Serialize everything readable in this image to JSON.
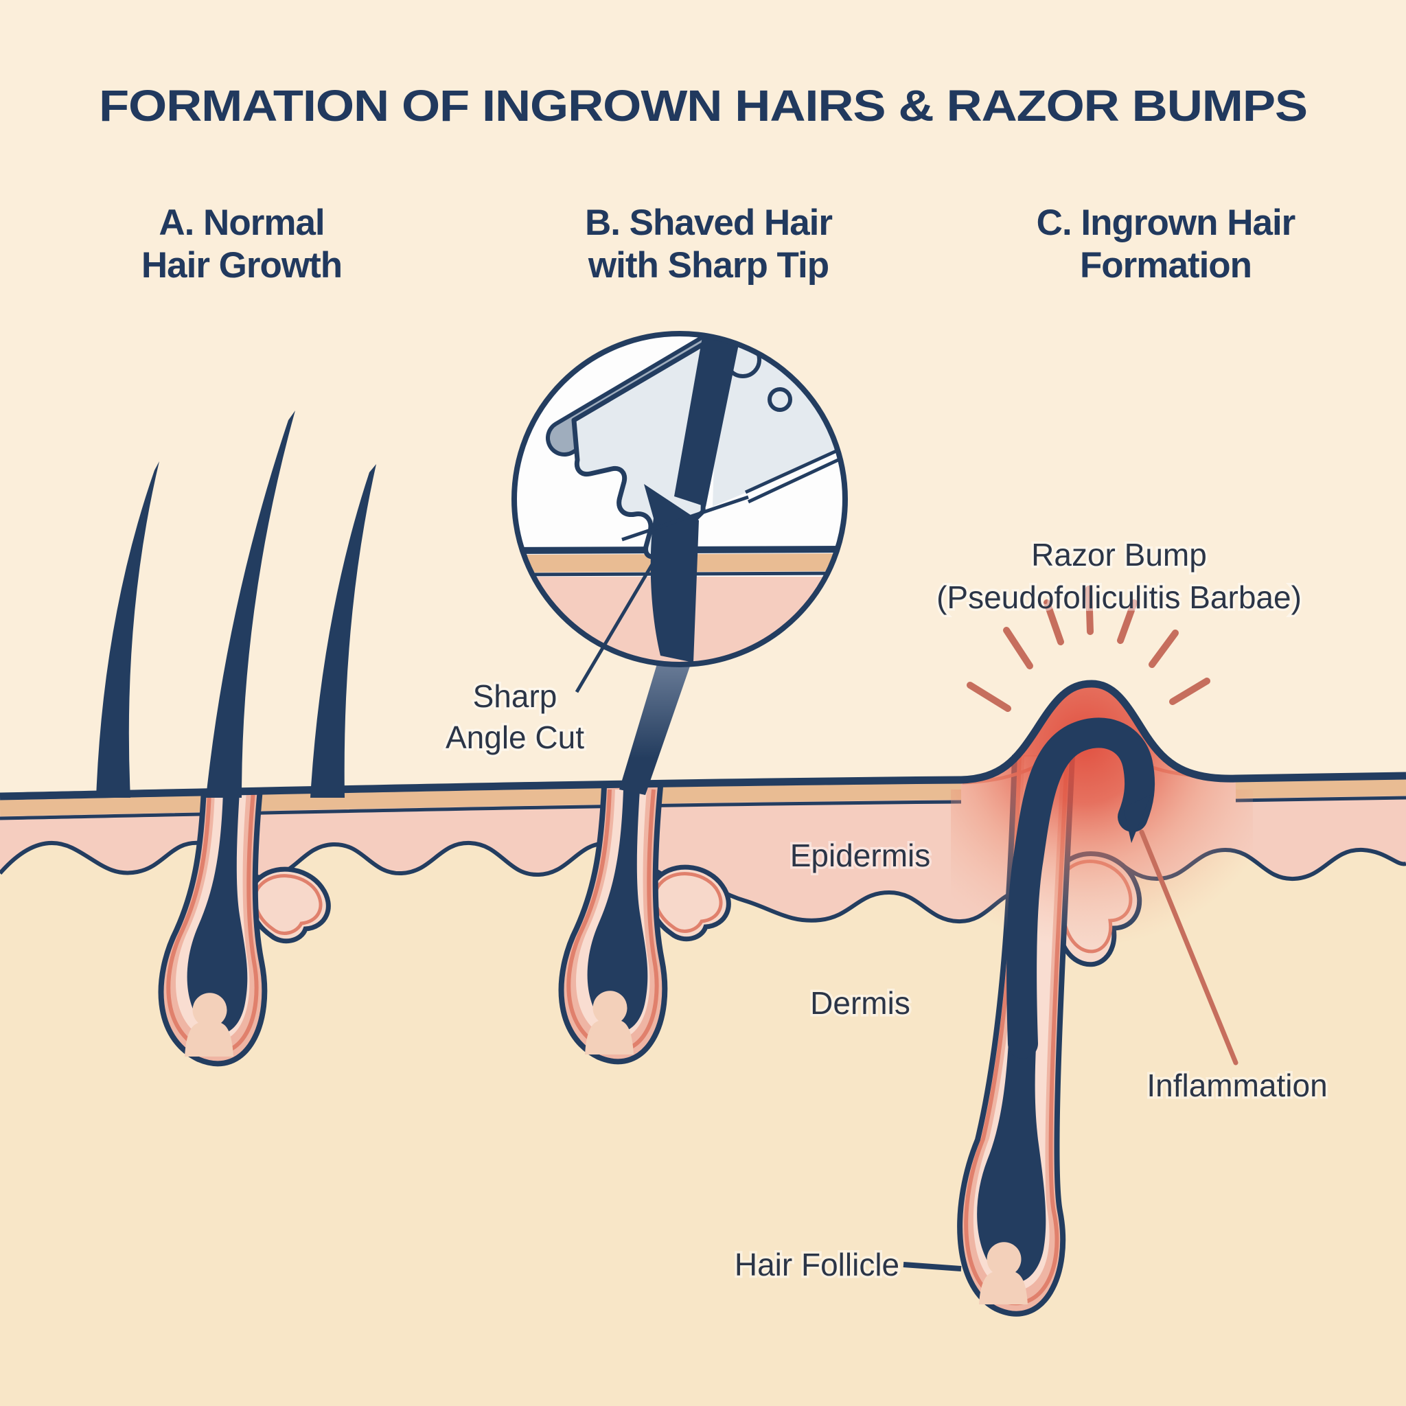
{
  "title": "FORMATION OF INGROWN HAIRS & RAZOR BUMPS",
  "sections": [
    {
      "id": "A",
      "line1": "A. Normal",
      "line2": "Hair Growth"
    },
    {
      "id": "B",
      "line1": "B. Shaved Hair",
      "line2": "with Sharp Tip"
    },
    {
      "id": "C",
      "line1": "C. Ingrown Hair",
      "line2": "Formation"
    }
  ],
  "labels": {
    "sharp_cut_line1": "Sharp",
    "sharp_cut_line2": "Angle Cut",
    "razor_bump_line1": "Razor Bump",
    "razor_bump_line2": "(Pseudofolliculitis Barbae)",
    "epidermis": "Epidermis",
    "dermis": "Dermis",
    "inflammation": "Inflammation",
    "hair_follicle": "Hair Follicle"
  },
  "colors": {
    "bg": "#fbeeda",
    "navy": "#233d60",
    "heading": "#21395e",
    "label": "#2b3547",
    "epidermis": "#f5cdbf",
    "tan": "#e9bc93",
    "dermis": "#f8e6c7",
    "sheath": "#efb5a4",
    "sheath_inner": "#f9ddd1",
    "salmon": "#e0806c",
    "gland": "#f7d8ca",
    "papilla": "#f3d0ba",
    "ray": "#c66e5d",
    "razor_dark": "#9fadbd",
    "razor_light": "#e4eaef",
    "red": "#e04a3a",
    "lens": "#fdfdfd"
  }
}
